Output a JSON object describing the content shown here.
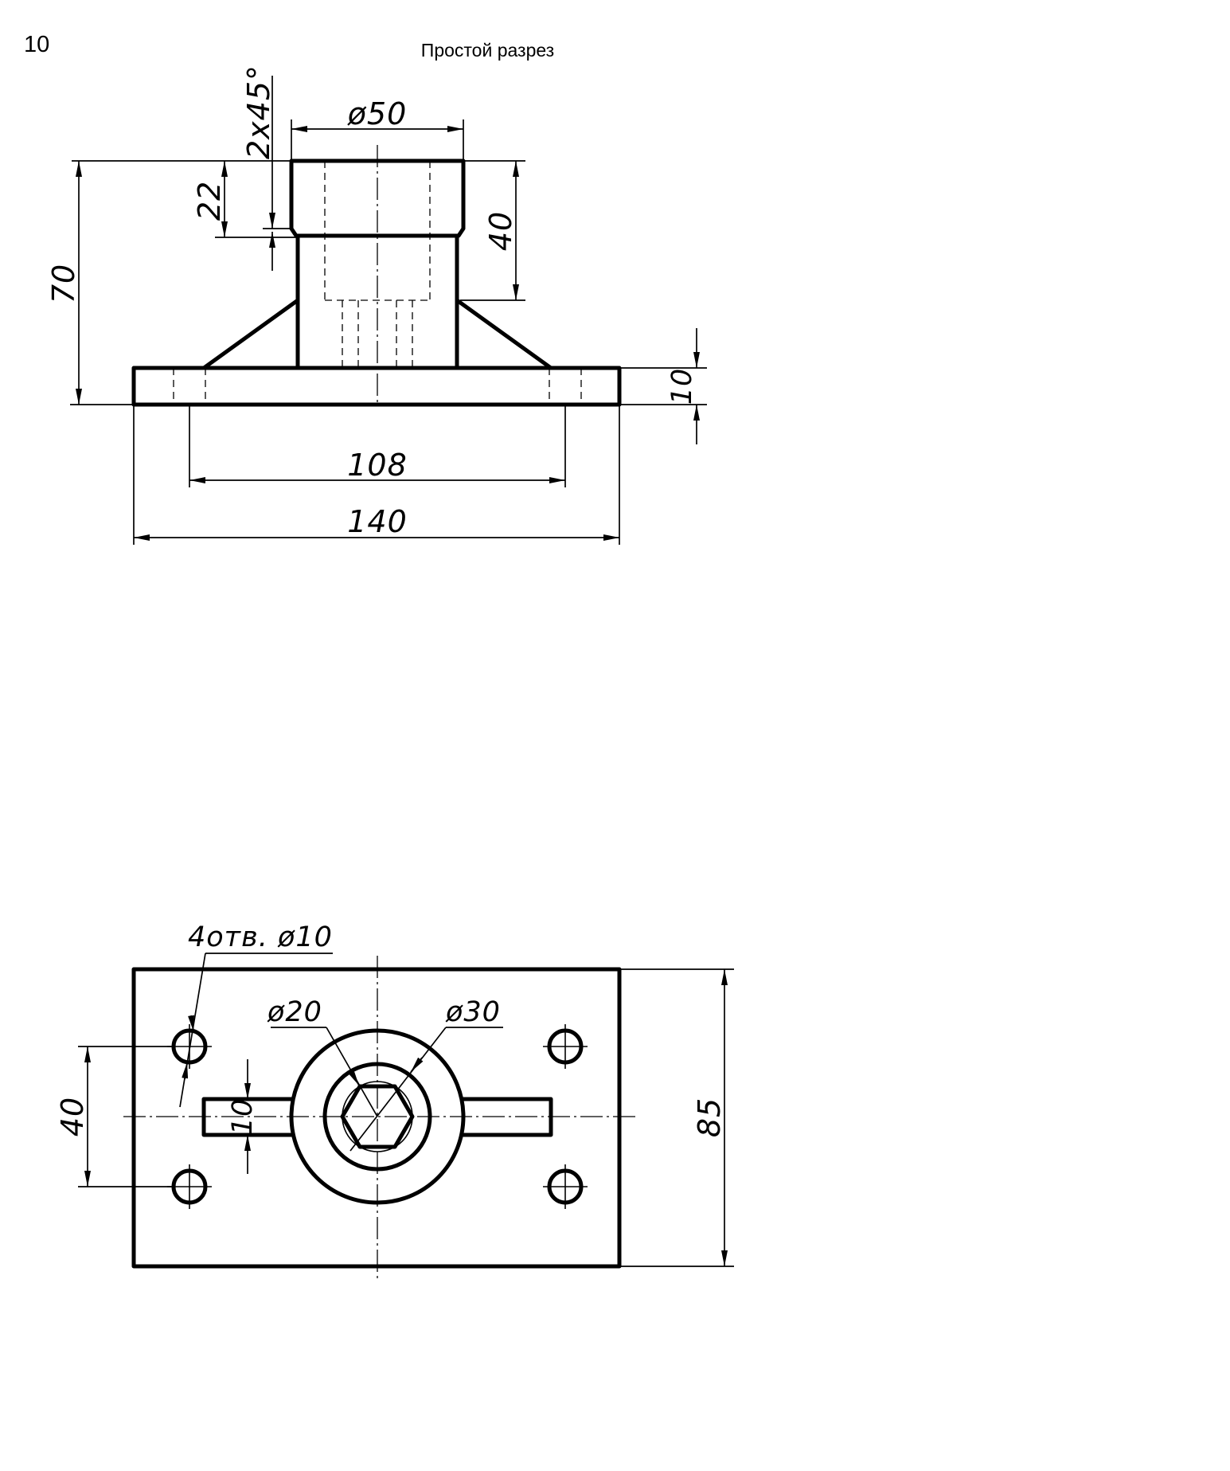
{
  "sheet": {
    "task_number": "10",
    "title": "Простой разрез"
  },
  "front_view": {
    "dimensions": {
      "chamfer": "2x45°",
      "diameter_top": "ø50",
      "height_22": "22",
      "height_40": "40",
      "height_70": "70",
      "thickness_10": "10",
      "hole_spacing_108": "108",
      "width_140": "140"
    }
  },
  "top_view": {
    "dimensions": {
      "holes_note": "4отв. ø10",
      "diameter_20": "ø20",
      "diameter_30": "ø30",
      "hole_spacing_40": "40",
      "rib_width_10": "10",
      "depth_85": "85"
    }
  }
}
